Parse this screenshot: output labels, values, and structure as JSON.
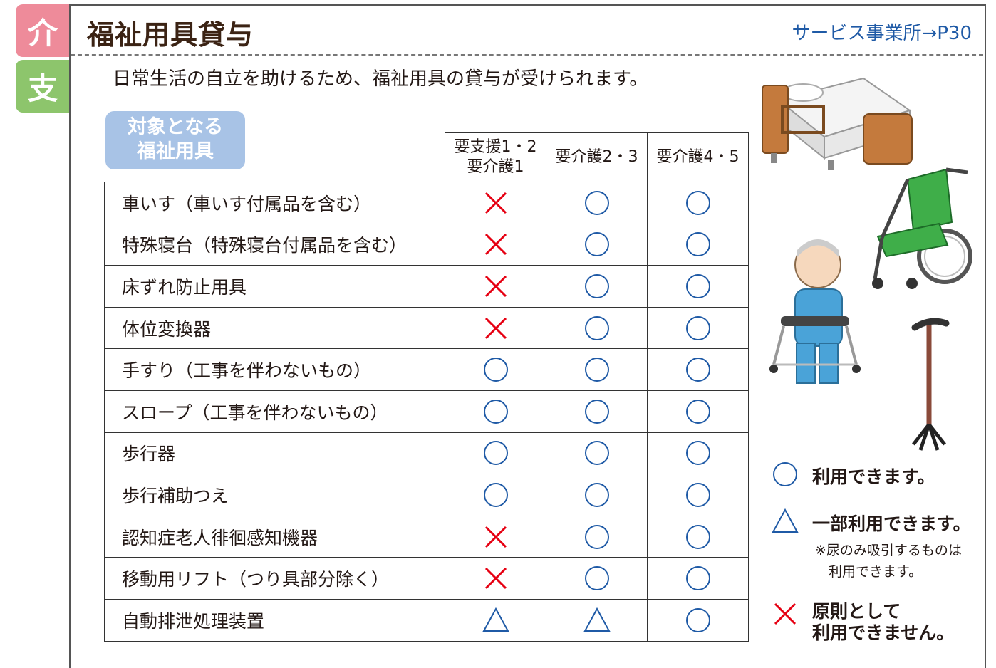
{
  "tabs": [
    "介",
    "支"
  ],
  "header": {
    "title": "福祉用具貸与",
    "reference": "サービス事業所→P30"
  },
  "lead": "日常生活の自立を助けるため、福祉用具の貸与が受けられます。",
  "badge": {
    "line1": "対象となる",
    "line2": "福祉用具"
  },
  "table": {
    "columns": [
      {
        "line1": "要支援1・2",
        "line2": "要介護1"
      },
      {
        "line1": "要介護2・3",
        "line2": ""
      },
      {
        "line1": "要介護4・5",
        "line2": ""
      }
    ],
    "rows": [
      {
        "name": "車いす（車いす付属品を含む）",
        "marks": [
          "cross",
          "circle",
          "circle"
        ]
      },
      {
        "name": "特殊寝台（特殊寝台付属品を含む）",
        "marks": [
          "cross",
          "circle",
          "circle"
        ]
      },
      {
        "name": "床ずれ防止用具",
        "marks": [
          "cross",
          "circle",
          "circle"
        ]
      },
      {
        "name": "体位変換器",
        "marks": [
          "cross",
          "circle",
          "circle"
        ]
      },
      {
        "name": "手すり（工事を伴わないもの）",
        "marks": [
          "circle",
          "circle",
          "circle"
        ]
      },
      {
        "name": "スロープ（工事を伴わないもの）",
        "marks": [
          "circle",
          "circle",
          "circle"
        ]
      },
      {
        "name": "歩行器",
        "marks": [
          "circle",
          "circle",
          "circle"
        ]
      },
      {
        "name": "歩行補助つえ",
        "marks": [
          "circle",
          "circle",
          "circle"
        ]
      },
      {
        "name": "認知症老人徘徊感知機器",
        "marks": [
          "cross",
          "circle",
          "circle"
        ]
      },
      {
        "name": "移動用リフト（つり具部分除く）",
        "marks": [
          "cross",
          "circle",
          "circle"
        ]
      },
      {
        "name": "自動排泄処理装置",
        "marks": [
          "triangle",
          "triangle",
          "circle"
        ]
      }
    ]
  },
  "legend": {
    "circle": "利用できます。",
    "triangle": "一部利用できます。",
    "triangle_note_line1": "※尿のみ吸引するものは",
    "triangle_note_line2": "利用できます。",
    "cross_line1": "原則として",
    "cross_line2": "利用できません。"
  },
  "colors": {
    "circle": "#1f5aa6",
    "cross": "#e60012",
    "triangle": "#1f5aa6",
    "kai_tab": "#ee8b9a",
    "shi_tab": "#8dc56c",
    "badge": "#a8c3e6"
  },
  "icons": [
    "bed-illustration",
    "wheelchair-illustration",
    "walker-elderly-illustration",
    "quad-cane-illustration"
  ]
}
